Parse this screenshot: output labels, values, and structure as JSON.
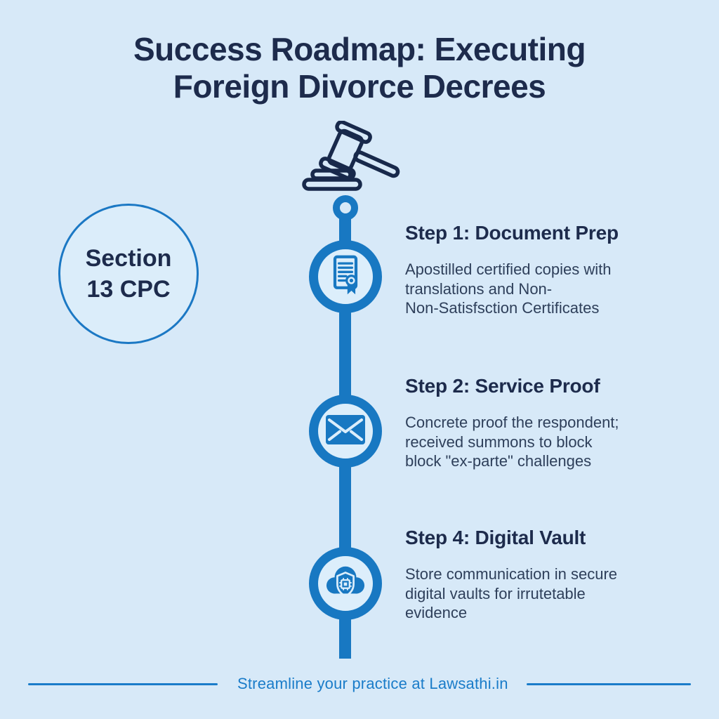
{
  "title": "Success Roadmap: Executing\nForeign Divorce Decrees",
  "badge": {
    "text": "Section\n13 CPC"
  },
  "timeline": {
    "steps": [
      {
        "heading": "Step 1: Document Prep",
        "body": "Apostilled certified copies with\ntranslations and Non-\nNon-Satisfsction Certificates",
        "icon": "certificate-icon"
      },
      {
        "heading": "Step 2: Service Proof",
        "body": "Concrete proof the respondent;\nreceived summons to block\nblock \"ex-parte\" challenges",
        "icon": "envelope-icon"
      },
      {
        "heading": "Step 4: Digital Vault",
        "body": "Store communication in secure\ndigital vaults for irrutetable\nevidence",
        "icon": "secure-cloud-icon"
      }
    ]
  },
  "footer": {
    "text": "Streamline your practice at Lawsathi.in"
  },
  "colors": {
    "background": "#d7e9f8",
    "accent_blue": "#1878c2",
    "navy": "#1d2b4c",
    "body_text": "#2e3f5a",
    "footer_blue": "#1a7cc9",
    "marker_fill": "#dceefb"
  }
}
